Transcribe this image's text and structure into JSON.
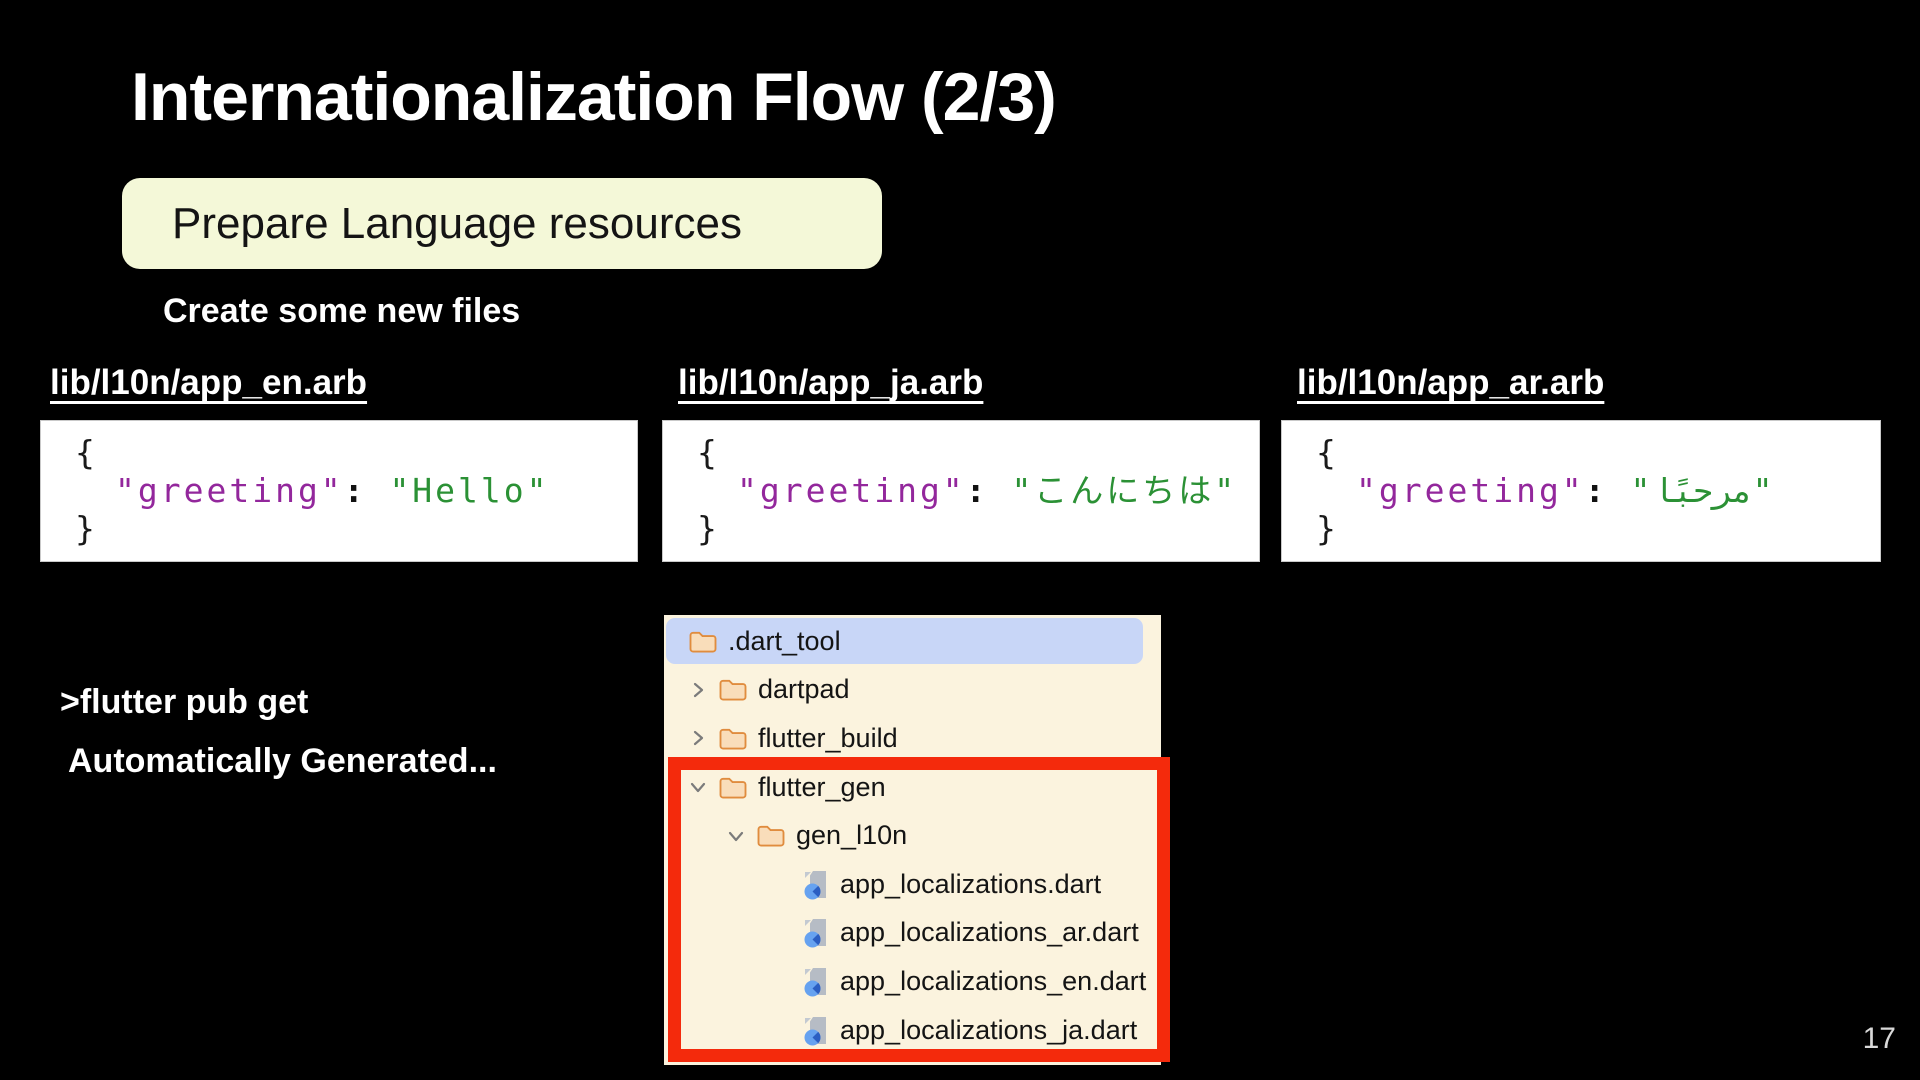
{
  "slide": {
    "title": "Internationalization Flow (2/3)",
    "step_box": "Prepare Language resources",
    "subtitle": "Create some new files",
    "command": ">flutter pub get",
    "generated_note": "Automatically Generated...",
    "page_number": "17"
  },
  "code_samples": [
    {
      "filename": "lib/l10n/app_en.arb",
      "brace_open": "{",
      "key": "\"greeting\"",
      "separator": ": ",
      "value": "\"Hello\"",
      "brace_close": "}"
    },
    {
      "filename": "lib/l10n/app_ja.arb",
      "brace_open": "{",
      "key": "\"greeting\"",
      "separator": ": ",
      "value": "\"こんにちは\"",
      "brace_close": "}"
    },
    {
      "filename": "lib/l10n/app_ar.arb",
      "brace_open": "{",
      "key": "\"greeting\"",
      "separator": ": ",
      "value": "\"مرحبًا\"",
      "brace_close": "}"
    }
  ],
  "file_tree": {
    "rows": [
      {
        "label": ".dart_tool",
        "icon": "folder-icon",
        "chevron": "none",
        "level": 0,
        "selected": true
      },
      {
        "label": "dartpad",
        "icon": "folder-icon",
        "chevron": "right",
        "level": 1,
        "selected": false
      },
      {
        "label": "flutter_build",
        "icon": "folder-icon",
        "chevron": "right",
        "level": 1,
        "selected": false
      },
      {
        "label": "flutter_gen",
        "icon": "folder-icon",
        "chevron": "down",
        "level": 1,
        "selected": false
      },
      {
        "label": "gen_l10n",
        "icon": "folder-icon",
        "chevron": "down",
        "level": 2,
        "selected": false
      },
      {
        "label": "app_localizations.dart",
        "icon": "dart-file-icon",
        "chevron": "none",
        "level": 3,
        "selected": false
      },
      {
        "label": "app_localizations_ar.dart",
        "icon": "dart-file-icon",
        "chevron": "none",
        "level": 3,
        "selected": false
      },
      {
        "label": "app_localizations_en.dart",
        "icon": "dart-file-icon",
        "chevron": "none",
        "level": 3,
        "selected": false
      },
      {
        "label": "app_localizations_ja.dart",
        "icon": "dart-file-icon",
        "chevron": "none",
        "level": 3,
        "selected": false
      }
    ]
  },
  "colors": {
    "slide_background": "#000000",
    "step_box_background": "#f4f8d8",
    "code_key_purple": "#93279c",
    "code_value_green": "#2b9135",
    "tree_background": "#fbf3de",
    "tree_selection_blue": "#c8d6f7",
    "folder_orange": "#e08c3e",
    "highlight_red": "#f42a0c"
  }
}
